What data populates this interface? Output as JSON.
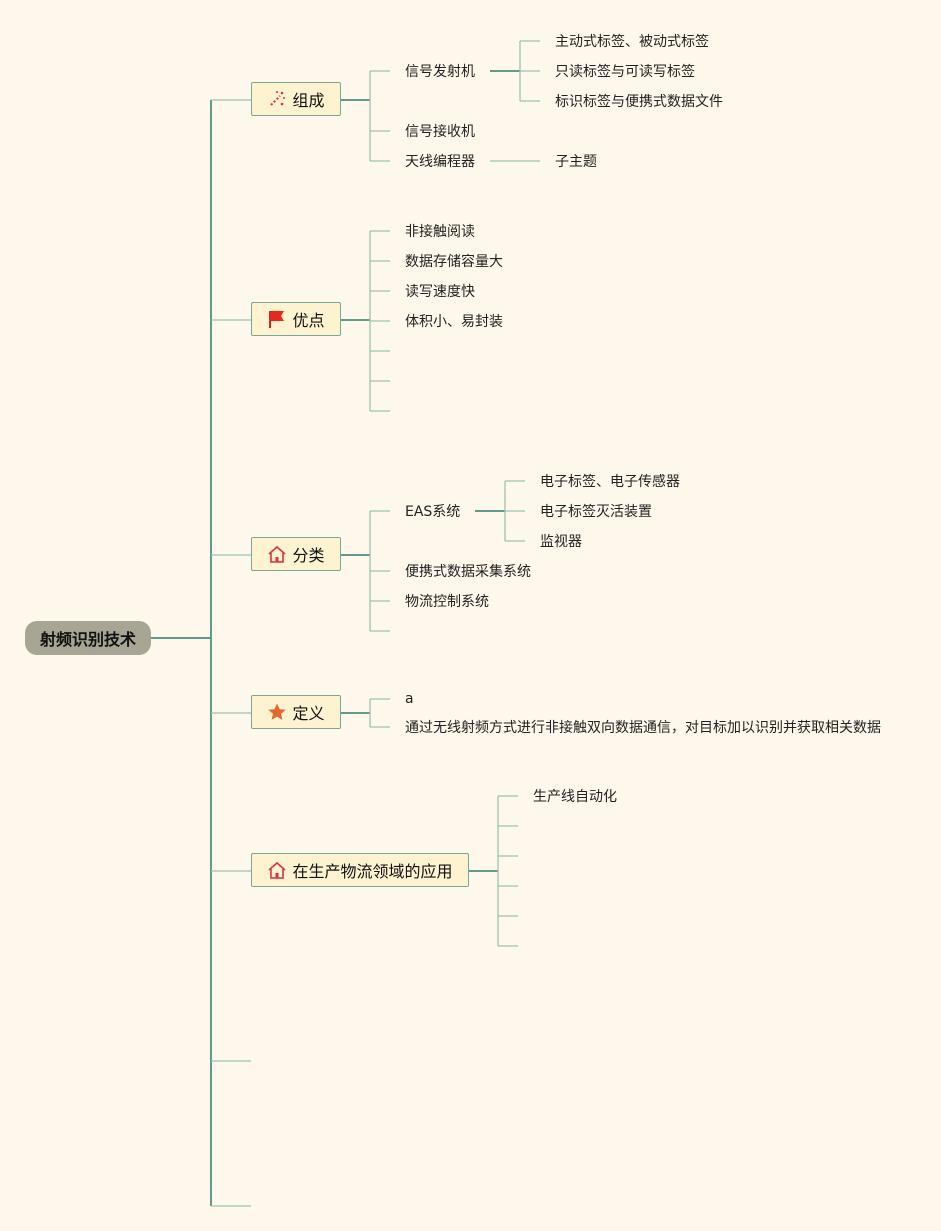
{
  "root": {
    "label": "射频识别技术"
  },
  "topics": {
    "composition": {
      "label": "组成",
      "icon": "magic-wand-icon",
      "children": [
        "信号发射机",
        "信号接收机",
        "天线编程器"
      ],
      "transmitter_children": [
        "主动式标签、被动式标签",
        "只读标签与可读写标签",
        "标识标签与便携式数据文件"
      ],
      "antenna_children": [
        "子主题"
      ]
    },
    "advantages": {
      "label": "优点",
      "icon": "red-flag-icon",
      "children": [
        "非接触阅读",
        "数据存储容量大",
        "读写速度快",
        "体积小、易封装"
      ]
    },
    "classification": {
      "label": "分类",
      "icon": "house-icon",
      "children": [
        "EAS系统",
        "便携式数据采集系统",
        "物流控制系统"
      ],
      "eas_children": [
        "电子标签、电子传感器",
        "电子标签灭活装置",
        "监视器"
      ]
    },
    "definition": {
      "label": "定义",
      "icon": "star-icon",
      "children": [
        "a",
        "通过无线射频方式进行非接触双向数据通信，对目标加以识别并获取相关数据"
      ]
    },
    "application": {
      "label": "在生产物流领域的应用",
      "icon": "house-icon",
      "children": [
        "生产线自动化"
      ]
    }
  },
  "colors": {
    "background": "#fef8ec",
    "line": "#5f9a8a",
    "branch": "#9dc1b0",
    "topic_fill": "#fdf3d0",
    "root_fill": "#a9a594"
  }
}
